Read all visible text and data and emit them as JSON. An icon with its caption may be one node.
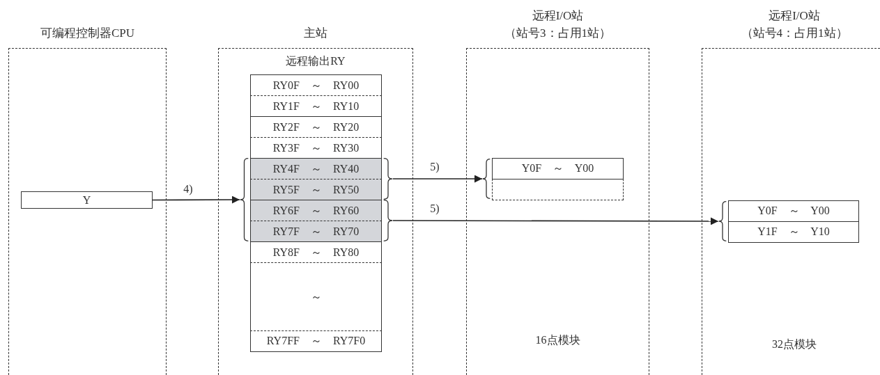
{
  "diagram": {
    "nodes": [
      {
        "text": [
          "可编程控制器CPU"
        ]
      },
      {
        "text": [
          "Y"
        ],
        "in": 0
      },
      {
        "text": [
          "主站",
          "远程输出RY"
        ]
      },
      {
        "text": [
          "RY0F ～ RY00"
        ],
        "in": 2
      },
      {
        "text": [
          "RY1F ～ RY10"
        ],
        "in": 2
      },
      {
        "text": [
          "RY2F ～ RY20"
        ],
        "in": 2
      },
      {
        "text": [
          "RY3F ～ RY30"
        ],
        "in": 2
      },
      {
        "text": [
          "RY4F ～ RY40"
        ],
        "in": 2
      },
      {
        "text": [
          "RY5F ～ RY50"
        ],
        "in": 2
      },
      {
        "text": [
          "RY6F ～ RY60"
        ],
        "in": 2
      },
      {
        "text": [
          "RY7F ～ RY70"
        ],
        "in": 2
      },
      {
        "text": [
          "RY8F ～ RY80"
        ],
        "in": 2
      },
      {
        "text": [
          "～"
        ],
        "in": 2
      },
      {
        "text": [
          "RY7FF ～ RY7F0"
        ],
        "in": 2
      },
      {
        "text": [
          "远程I/O站",
          "（站号3：占用1站）",
          "16点模块"
        ]
      },
      {
        "text": [
          "Y0F ～ Y00"
        ],
        "in": 14
      },
      {
        "text": [],
        "shape": "box",
        "in": 14
      },
      {
        "text": [
          "远程I/O站",
          "（站号4：占用1站）",
          "32点模块"
        ]
      },
      {
        "text": [
          "Y0F ～ Y00"
        ],
        "in": 17
      },
      {
        "text": [
          "Y1F ～ Y10"
        ],
        "in": 17
      },
      {
        "text": [],
        "shape": "brace",
        "in": 2
      },
      {
        "text": [],
        "shape": "brace",
        "in": 2
      },
      {
        "text": [],
        "shape": "brace",
        "in": 2
      },
      {
        "text": [],
        "shape": "brace",
        "in": 14
      },
      {
        "text": [],
        "shape": "brace",
        "in": 17
      }
    ],
    "edges": [
      {
        "from": 1,
        "to": 20,
        "arrow": "to",
        "label": "4)"
      },
      {
        "from": 21,
        "to": 23,
        "arrow": "to",
        "label": "5)"
      },
      {
        "from": 22,
        "to": 24,
        "arrow": "to",
        "label": "5)"
      }
    ]
  }
}
